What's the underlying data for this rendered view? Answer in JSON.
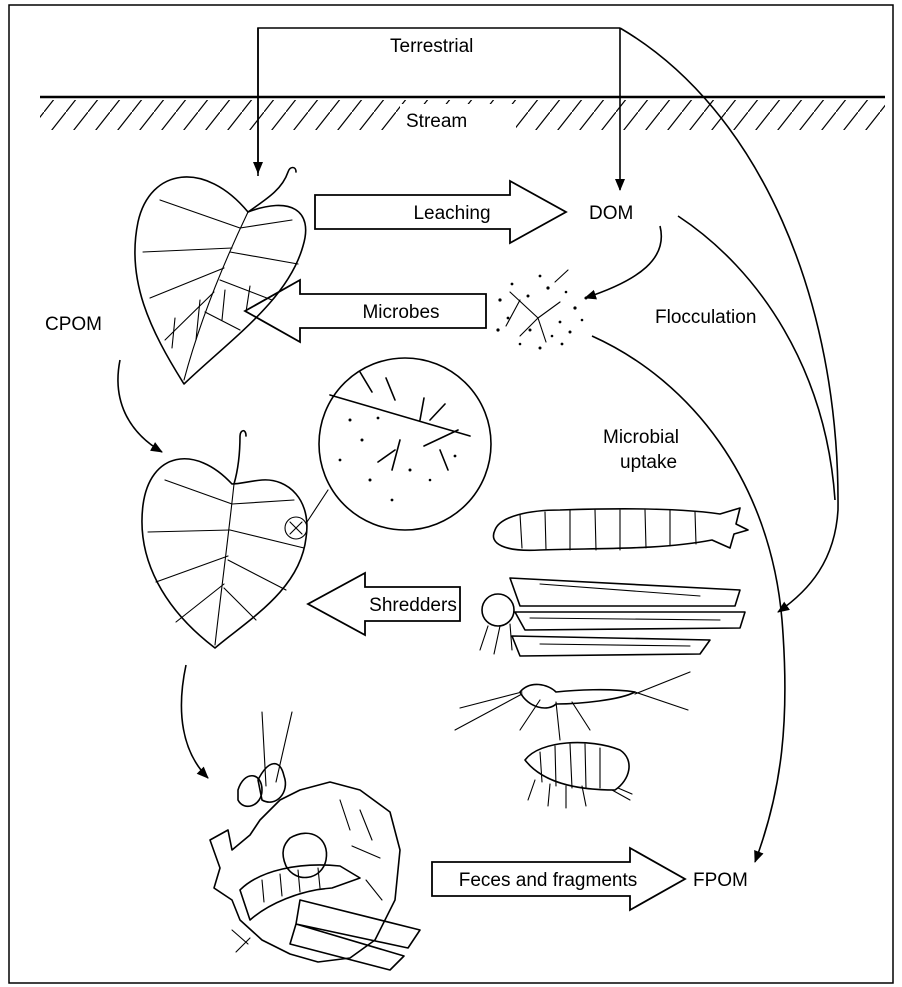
{
  "labels": {
    "terrestrial": "Terrestrial",
    "stream": "Stream",
    "dom": "DOM",
    "cpom": "CPOM",
    "fpom": "FPOM",
    "flocculation": "Flocculation",
    "microbial_uptake_1": "Microbial",
    "microbial_uptake_2": "uptake"
  },
  "process_arrows": {
    "leaching": "Leaching",
    "microbes": "Microbes",
    "shredders": "Shredders",
    "feces": "Feces and fragments"
  },
  "illustrations": [
    "leaf-icon",
    "conditioned-leaf-icon",
    "microbe-cluster-icon",
    "magnifier-circle-icon",
    "caddisfly-larva-icon",
    "cased-caddisfly-icon",
    "stonefly-nymph-icon",
    "amphipod-icon",
    "shredded-leaf-cluster-icon"
  ],
  "colors": {
    "ink": "#000000",
    "background": "#ffffff"
  }
}
